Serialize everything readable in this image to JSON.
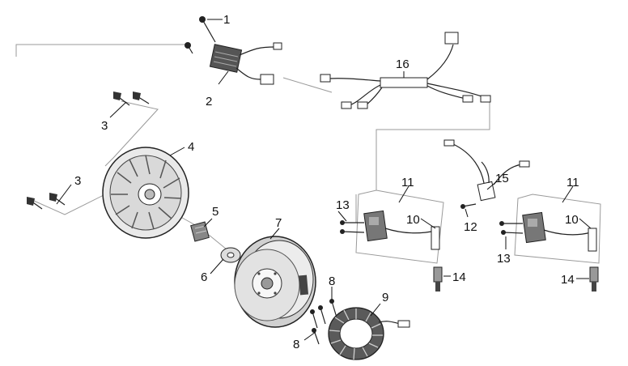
{
  "diagram": {
    "callouts": [
      {
        "id": "c1",
        "text": "1"
      },
      {
        "id": "c2",
        "text": "2"
      },
      {
        "id": "c3a",
        "text": "3"
      },
      {
        "id": "c3b",
        "text": "3"
      },
      {
        "id": "c4",
        "text": "4"
      },
      {
        "id": "c5",
        "text": "5"
      },
      {
        "id": "c6",
        "text": "6"
      },
      {
        "id": "c7",
        "text": "7"
      },
      {
        "id": "c8a",
        "text": "8"
      },
      {
        "id": "c8b",
        "text": "8"
      },
      {
        "id": "c9",
        "text": "9"
      },
      {
        "id": "c10a",
        "text": "10"
      },
      {
        "id": "c10b",
        "text": "10"
      },
      {
        "id": "c11a",
        "text": "11"
      },
      {
        "id": "c11b",
        "text": "11"
      },
      {
        "id": "c12",
        "text": "12"
      },
      {
        "id": "c13a",
        "text": "13"
      },
      {
        "id": "c13b",
        "text": "13"
      },
      {
        "id": "c14a",
        "text": "14"
      },
      {
        "id": "c14b",
        "text": "14"
      },
      {
        "id": "c15",
        "text": "15"
      },
      {
        "id": "c16",
        "text": "16"
      }
    ]
  }
}
